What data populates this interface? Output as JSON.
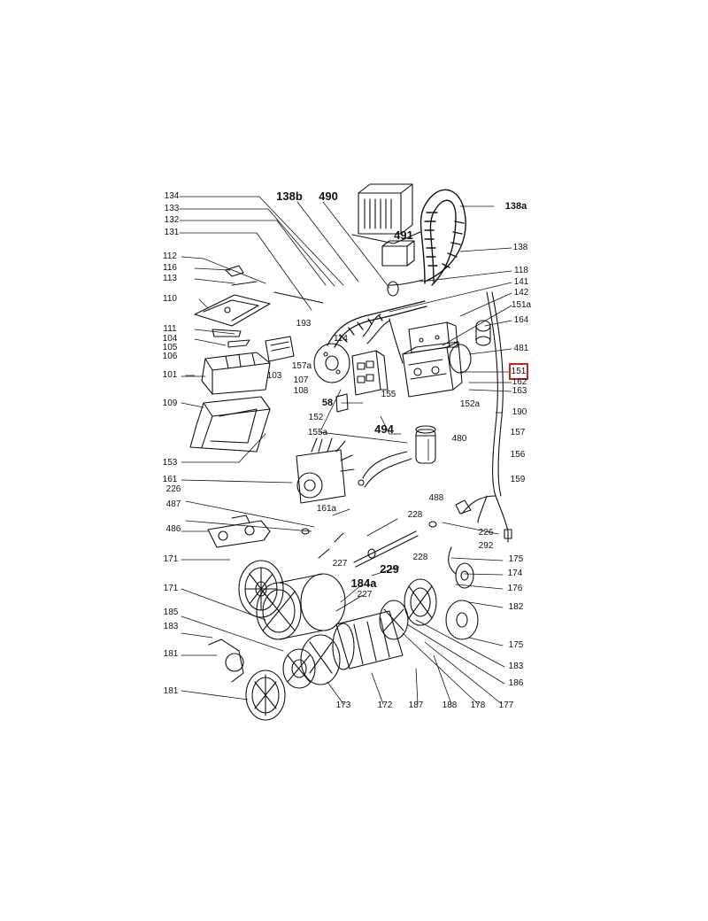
{
  "highlight_color": "#cc2222",
  "highlighted_part": "151",
  "labels": {
    "l134": "134",
    "l133": "133",
    "l132": "132",
    "l131": "131",
    "l138b": "138b",
    "l490": "490",
    "l491": "491",
    "l138a": "138a",
    "l138": "138",
    "l112": "112",
    "l116": "116",
    "l113": "113",
    "l110": "110",
    "l111": "111",
    "l104": "104",
    "l105": "105",
    "l106": "106",
    "l101": "101",
    "l109": "109",
    "l103": "103",
    "l118": "118",
    "l141": "141",
    "l142": "142",
    "l151a": "151a",
    "l164": "164",
    "l481": "481",
    "l151": "151",
    "l162": "162",
    "l163": "163",
    "l190": "190",
    "l157": "157",
    "l156": "156",
    "l159": "159",
    "l193": "193",
    "l114": "114",
    "l157a": "157a",
    "l107": "107",
    "l108": "108",
    "l155": "155",
    "l152a": "152a",
    "l58": "58",
    "l152": "152",
    "l155a": "155a",
    "l494": "494",
    "l480": "480",
    "l153": "153",
    "l161": "161",
    "l161a": "161a",
    "l226a": "226",
    "l488": "488",
    "l487": "487",
    "l228a": "228",
    "l226b": "226",
    "l486": "486",
    "l292": "292",
    "l227a": "227",
    "l228b": "228",
    "l229": "229",
    "l175a": "175",
    "l174": "174",
    "l171a": "171",
    "l184a": "184a",
    "l227b": "227",
    "l176": "176",
    "l171b": "171",
    "l182": "182",
    "l185": "185",
    "l175b": "175",
    "l183a": "183",
    "l183b": "183",
    "l181a": "181",
    "l186": "186",
    "l181b": "181",
    "l173": "173",
    "l172": "172",
    "l187": "187",
    "l188": "188",
    "l178": "178",
    "l177": "177"
  }
}
